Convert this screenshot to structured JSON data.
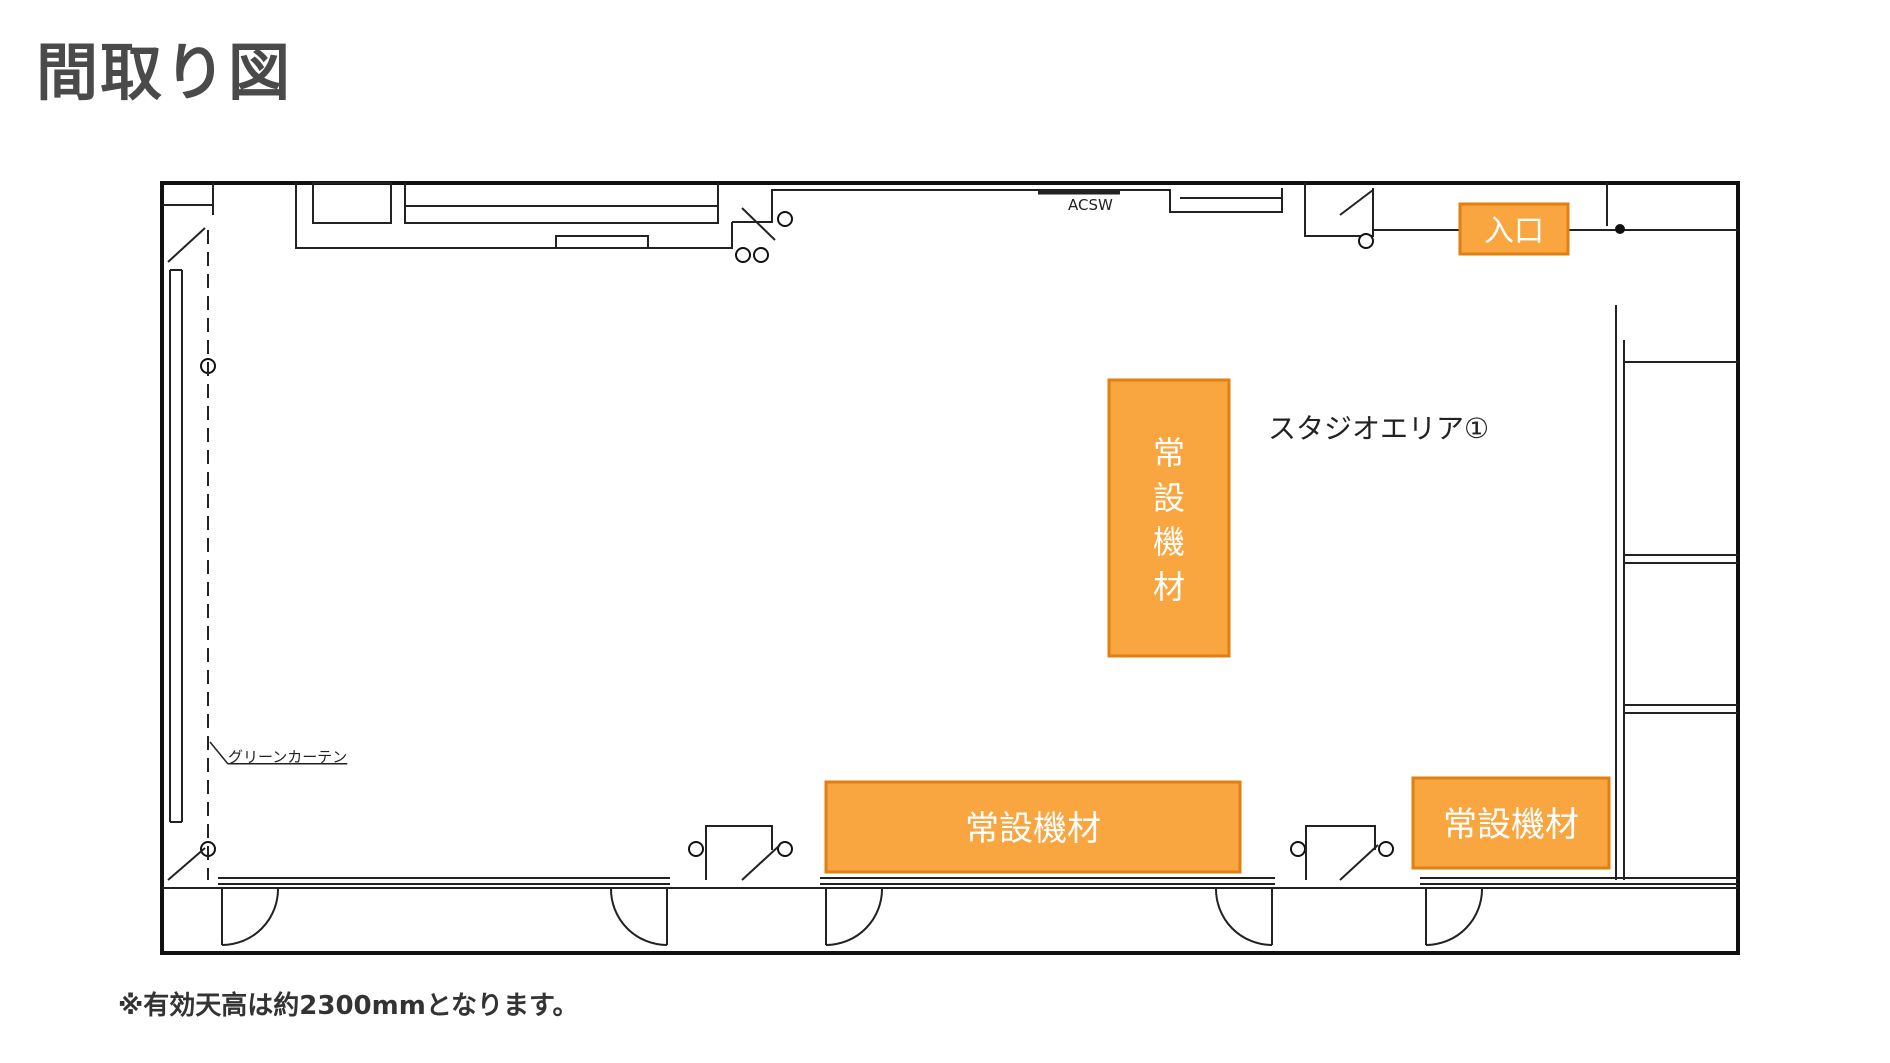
{
  "title": "間取り図",
  "note": "※有効天高は約2300mmとなります。",
  "plan": {
    "area_label": "スタジオエリア①",
    "curtain_label": "グリーンカーテン",
    "switch_label": "ACSW",
    "entrance_label": "入口",
    "equipment_vertical_chars": [
      "常",
      "設",
      "機",
      "材"
    ],
    "equipment_bottom_label": "常設機材",
    "equipment_right_label": "常設機材",
    "colors": {
      "equipment_fill": "#f9a640",
      "equipment_border": "#e07f12",
      "line": "#222222",
      "label_text": "#ffffff"
    }
  }
}
